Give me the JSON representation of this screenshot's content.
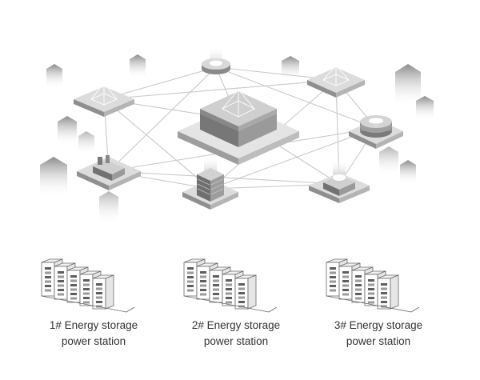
{
  "palette": {
    "line": "#c9c9c9",
    "platform_top": "#dcdcdc",
    "platform_side": "#9a9a9a",
    "block_dark": "#6e6e6e",
    "block_mid": "#a8a8a8",
    "glow": "#f2f2f2",
    "text": "#333333"
  },
  "stations": [
    {
      "line1": "1# Energy storage",
      "line2": "power station"
    },
    {
      "line1": "2# Energy storage",
      "line2": "power station"
    },
    {
      "line1": "3# Energy storage",
      "line2": "power station"
    }
  ]
}
